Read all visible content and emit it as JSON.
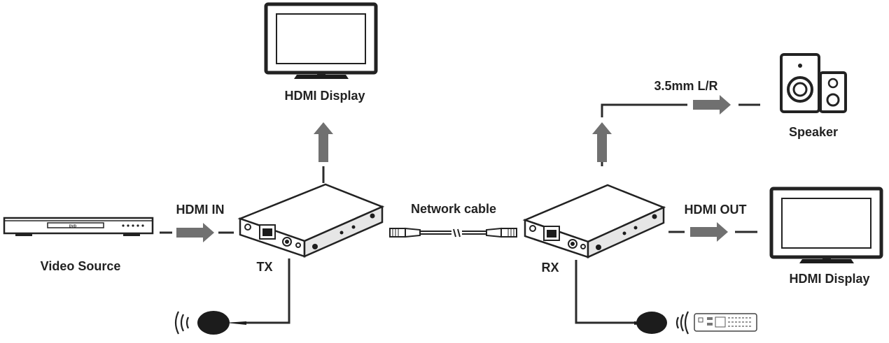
{
  "labels": {
    "hdmi_display_top": "HDMI Display",
    "hdmi_display_right": "HDMI Display",
    "video_source": "Video Source",
    "hdmi_in": "HDMI IN",
    "tx": "TX",
    "network_cable": "Network cable",
    "rx": "RX",
    "hdmi_out": "HDMI OUT",
    "audio_out": "3.5mm L/R",
    "speaker": "Speaker"
  },
  "device_text": {
    "dvd": "DVD"
  },
  "colors": {
    "arrow": "#707070",
    "line": "#2b2b2b",
    "device_fill": "#ffffff",
    "ink": "#222222"
  },
  "icons": {
    "ir_wave": "ir-wave-icon",
    "ir_sensor": "ir-sensor-icon",
    "remote": "remote-control-icon"
  }
}
